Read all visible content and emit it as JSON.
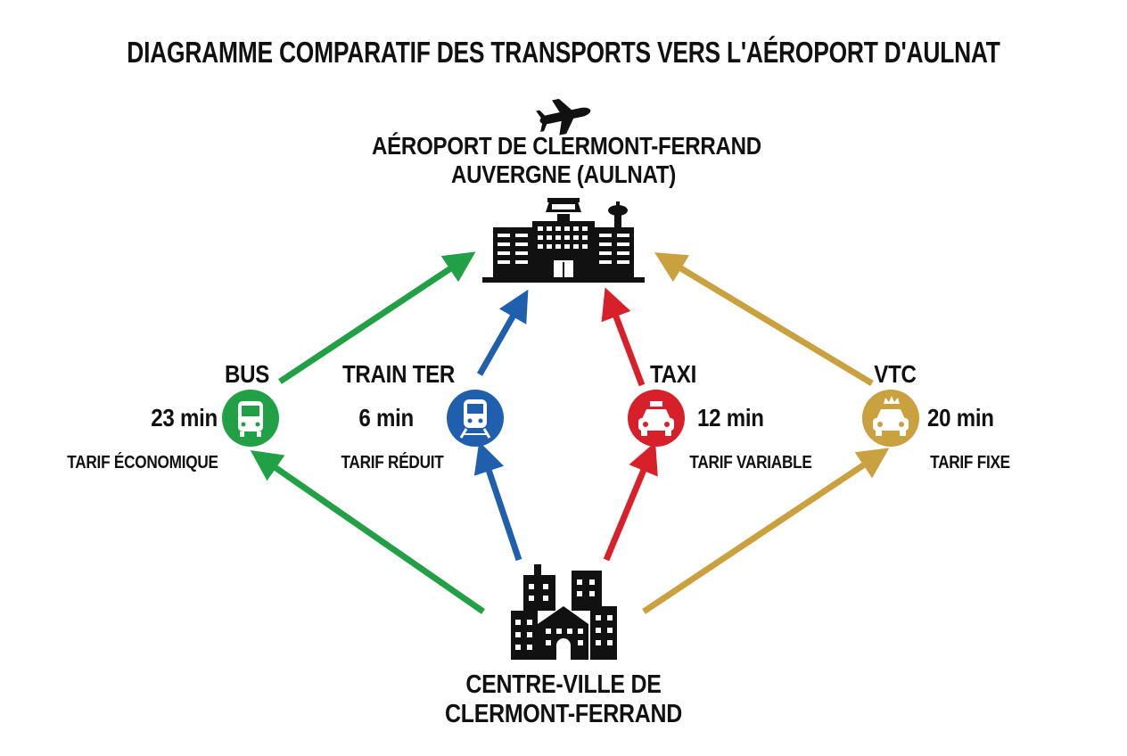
{
  "title": "DIAGRAMME COMPARATIF DES TRANSPORTS VERS L'AÉROPORT D'AULNAT",
  "airport": {
    "line1": "AÉROPORT DE CLERMONT-FERRAND",
    "line2": "AUVERGNE (AULNAT)",
    "icons": [
      "airplane-icon",
      "airport-terminal-icon"
    ]
  },
  "city": {
    "line1": "CENTRE-VILLE DE",
    "line2": "CLERMONT-FERRAND",
    "icon": "city-buildings-icon"
  },
  "modes": [
    {
      "id": "bus",
      "label": "BUS",
      "duration": "23 min",
      "fare": "TARIF ÉCONOMIQUE",
      "color": "#22a045",
      "icon": "bus-icon"
    },
    {
      "id": "train",
      "label": "TRAIN TER",
      "duration": "6 min",
      "fare": "TARIF RÉDUIT",
      "color": "#1f5fae",
      "icon": "train-icon"
    },
    {
      "id": "taxi",
      "label": "TAXI",
      "duration": "12 min",
      "fare": "TARIF VARIABLE",
      "color": "#d7202a",
      "icon": "taxi-icon"
    },
    {
      "id": "vtc",
      "label": "VTC",
      "duration": "20 min",
      "fare": "TARIF FIXE",
      "color": "#c9a13f",
      "icon": "vtc-car-icon"
    }
  ]
}
